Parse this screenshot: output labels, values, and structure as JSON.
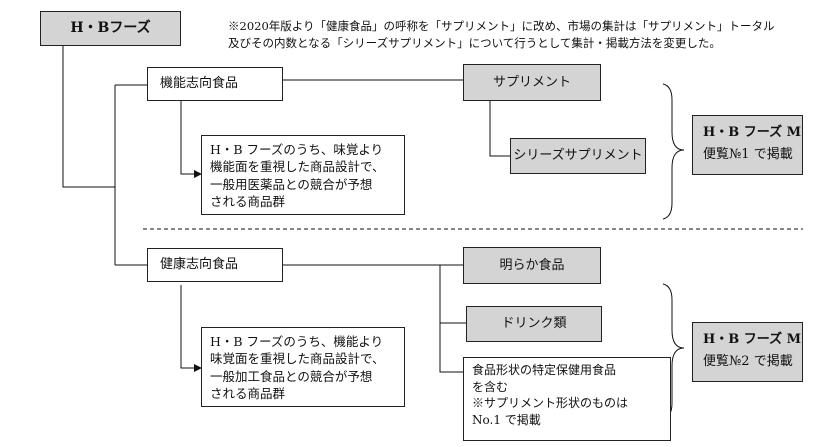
{
  "title": "H・Bフーズ",
  "note": "※2020年版より「健康食品」の呼称を「サプリメント」に改め、市場の集計は「サプリメント」トータル\n及びその内数となる「シリーズサプリメント」について行うとして集計・掲載方法を変更した。",
  "functional": {
    "label": "機能志向食品",
    "description": [
      "H・B フーズのうち、味覚より",
      "機能面を重視した商品設計で、",
      "一般用医薬品との競合が予想",
      "される商品群"
    ],
    "supplement": "サプリメント",
    "series_supplement": "シリーズサプリメント",
    "guide": [
      "H・B フーズ M",
      "便覧№1 で掲載"
    ]
  },
  "health": {
    "label": "健康志向食品",
    "description": [
      "H・B フーズのうち、機能より",
      "味覚面を重視した商品設計で、",
      "一般加工食品との競合が予想",
      "される商品群"
    ],
    "akiraka": "明らか食品",
    "drink": "ドリンク類",
    "tokuho": [
      "食品形状の特定保健用食品",
      "を含む",
      "※サプリメント形状のものは",
      "No.1 で掲載"
    ],
    "guide": [
      "H・B フーズ M",
      "便覧№2 で掲載"
    ]
  }
}
